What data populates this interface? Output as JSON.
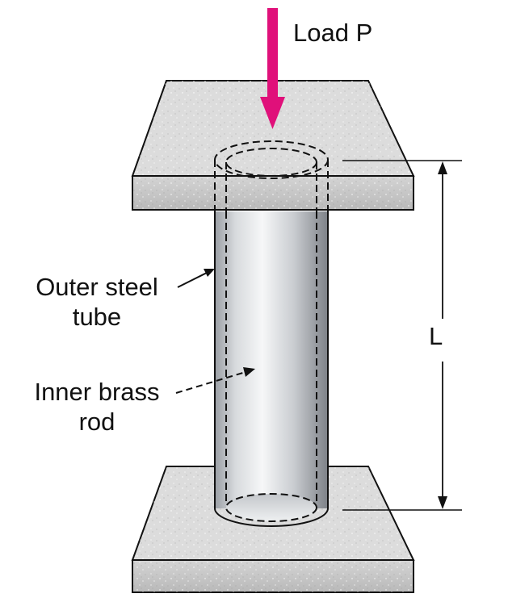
{
  "labels": {
    "load": "Load P",
    "outer_tube_line1": "Outer steel",
    "outer_tube_line2": "tube",
    "inner_rod_line1": "Inner brass",
    "inner_rod_line2": "rod",
    "length": "L"
  },
  "colors": {
    "load_arrow": "#e0107a",
    "plate_top": "#dcdcdc",
    "plate_front": "#c6c6c6",
    "tube_light": "#f4f5f6",
    "tube_dark": "#8c9096",
    "line": "#111111"
  },
  "icons": {
    "load_arrow": "down-arrow",
    "dimension": "double-headed-arrow"
  }
}
